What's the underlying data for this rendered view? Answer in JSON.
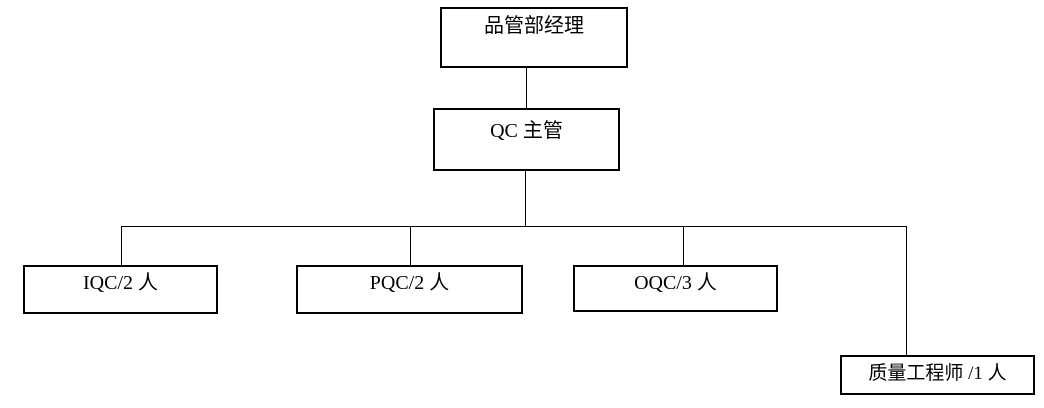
{
  "nodes": {
    "manager": {
      "label": "品管部经理"
    },
    "qc_supervisor": {
      "label": "QC 主管"
    },
    "iqc": {
      "label": "IQC/2 人"
    },
    "pqc": {
      "label": "PQC/2 人"
    },
    "oqc": {
      "label": "OQC/3 人"
    },
    "engineer": {
      "label": "质量工程师 /1 人"
    }
  },
  "structure": {
    "type": "org-chart",
    "edges": [
      {
        "from": "manager",
        "to": "qc_supervisor"
      },
      {
        "from": "qc_supervisor",
        "to": "iqc"
      },
      {
        "from": "qc_supervisor",
        "to": "pqc"
      },
      {
        "from": "qc_supervisor",
        "to": "oqc"
      },
      {
        "from": "qc_supervisor",
        "to": "engineer"
      }
    ]
  },
  "colors": {
    "background": "#ffffff",
    "line": "#000000",
    "border": "#000000",
    "text": "#000000"
  }
}
